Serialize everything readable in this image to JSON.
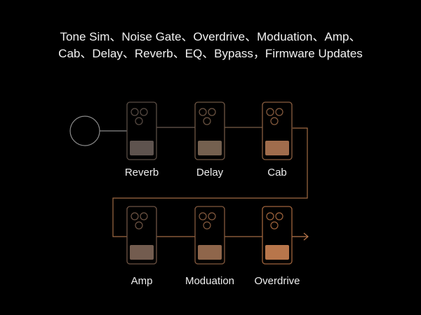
{
  "title": {
    "line1": "Tone Sim、Noise Gate、Overdrive、Moduation、Amp、",
    "line2": "Cab、Delay、Reverb、EQ、Bypass，Firmware Updates"
  },
  "pedals": [
    {
      "name": "Reverb",
      "border": "#5a4d45",
      "fill": "#5e534e"
    },
    {
      "name": "Delay",
      "border": "#6e5644",
      "fill": "#74604f"
    },
    {
      "name": "Cab",
      "border": "#8a5e40",
      "fill": "#a06c4c"
    },
    {
      "name": "Amp",
      "border": "#6e5444",
      "fill": "#735c4f"
    },
    {
      "name": "Moduation",
      "border": "#845a3e",
      "fill": "#8f664b"
    },
    {
      "name": "Overdrive",
      "border": "#a0643c",
      "fill": "#b8764b"
    }
  ],
  "colors": {
    "input_line": "#8a8a8a",
    "signal": "#a06a44"
  }
}
